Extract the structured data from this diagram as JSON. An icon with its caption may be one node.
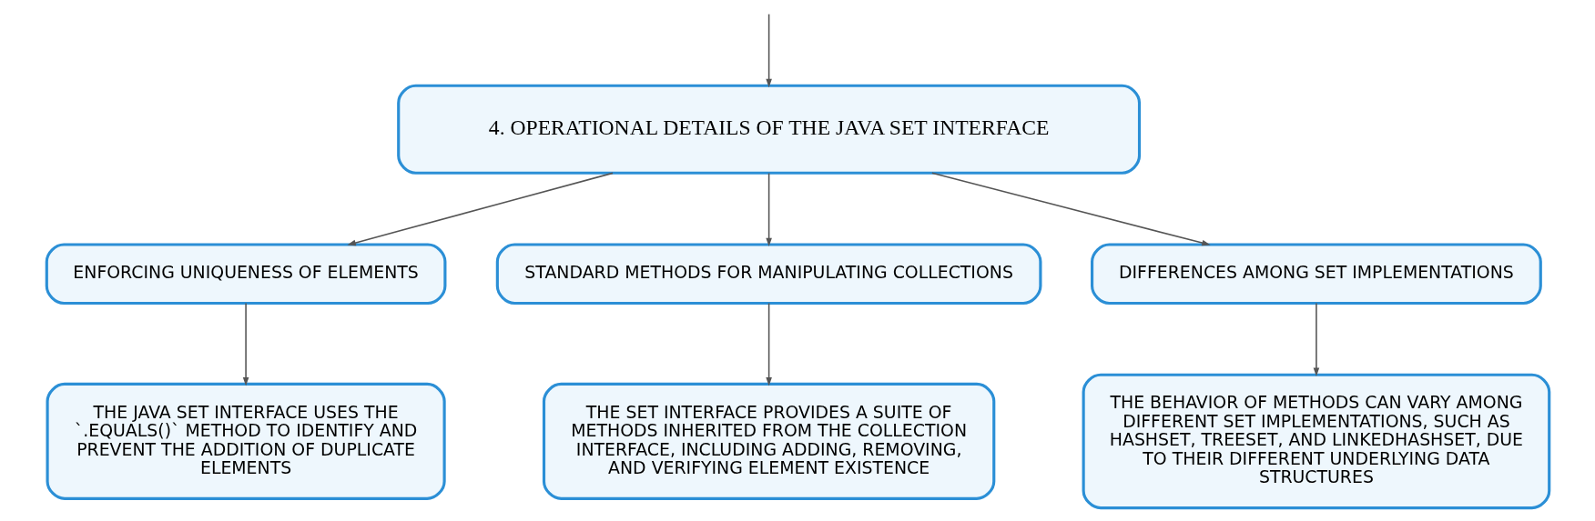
{
  "diagram": {
    "nodes": [
      {
        "text": [
          "4. OPERATIONAL DETAILS OF THE JAVA SET INTERFACE"
        ]
      },
      {
        "text": [
          "ENFORCING UNIQUENESS OF ELEMENTS"
        ]
      },
      {
        "text": [
          "STANDARD METHODS FOR MANIPULATING COLLECTIONS"
        ]
      },
      {
        "text": [
          "DIFFERENCES AMONG SET IMPLEMENTATIONS"
        ]
      },
      {
        "text": [
          "THE JAVA SET INTERFACE USES THE `.EQUALS()` METHOD TO IDENTIFY AND PREVENT THE ADDITION OF DUPLICATE ELEMENTS"
        ]
      },
      {
        "text": [
          "THE SET INTERFACE PROVIDES A SUITE OF METHODS INHERITED FROM THE COLLECTION INTERFACE, INCLUDING ADDING, REMOVING, AND VERIFYING ELEMENT EXISTENCE"
        ]
      },
      {
        "text": [
          "THE BEHAVIOR OF METHODS CAN VARY AMONG DIFFERENT SET IMPLEMENTATIONS, SUCH AS HASHSET, TREESET, AND LINKEDHASHSET, DUE TO THEIR DIFFERENT UNDERLYING DATA STRUCTURES"
        ]
      }
    ],
    "edges": [
      {
        "from": null,
        "to": 0,
        "arrow": "to"
      },
      {
        "from": 0,
        "to": 1,
        "arrow": "to"
      },
      {
        "from": 0,
        "to": 2,
        "arrow": "to"
      },
      {
        "from": 0,
        "to": 3,
        "arrow": "to"
      },
      {
        "from": 1,
        "to": 4,
        "arrow": "to"
      },
      {
        "from": 2,
        "to": 5,
        "arrow": "to"
      },
      {
        "from": 3,
        "to": 6,
        "arrow": "to"
      }
    ]
  }
}
